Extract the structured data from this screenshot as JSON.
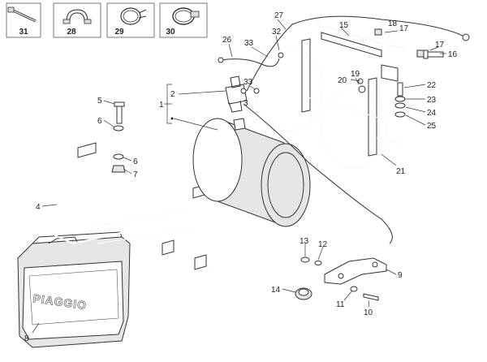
{
  "diagram": {
    "brand_text": "PIAGGIO",
    "accessory_boxes": [
      {
        "label": "31",
        "icon": "cable-tie-icon"
      },
      {
        "label": "28",
        "icon": "hose-clamp-icon"
      },
      {
        "label": "29",
        "icon": "spring-clamp-icon"
      },
      {
        "label": "30",
        "icon": "band-clamp-icon"
      }
    ],
    "callouts": [
      {
        "label": "1"
      },
      {
        "label": "2"
      },
      {
        "label": "3"
      },
      {
        "label": "4"
      },
      {
        "label": "5"
      },
      {
        "label": "6"
      },
      {
        "label": "6"
      },
      {
        "label": "7"
      },
      {
        "label": "8"
      },
      {
        "label": "9"
      },
      {
        "label": "10"
      },
      {
        "label": "11"
      },
      {
        "label": "12"
      },
      {
        "label": "13"
      },
      {
        "label": "14"
      },
      {
        "label": "15"
      },
      {
        "label": "16"
      },
      {
        "label": "17"
      },
      {
        "label": "17"
      },
      {
        "label": "18"
      },
      {
        "label": "19"
      },
      {
        "label": "20"
      },
      {
        "label": "21"
      },
      {
        "label": "22"
      },
      {
        "label": "23"
      },
      {
        "label": "24"
      },
      {
        "label": "25"
      },
      {
        "label": "26"
      },
      {
        "label": "27"
      },
      {
        "label": "32"
      },
      {
        "label": "33"
      },
      {
        "label": "33"
      }
    ]
  }
}
